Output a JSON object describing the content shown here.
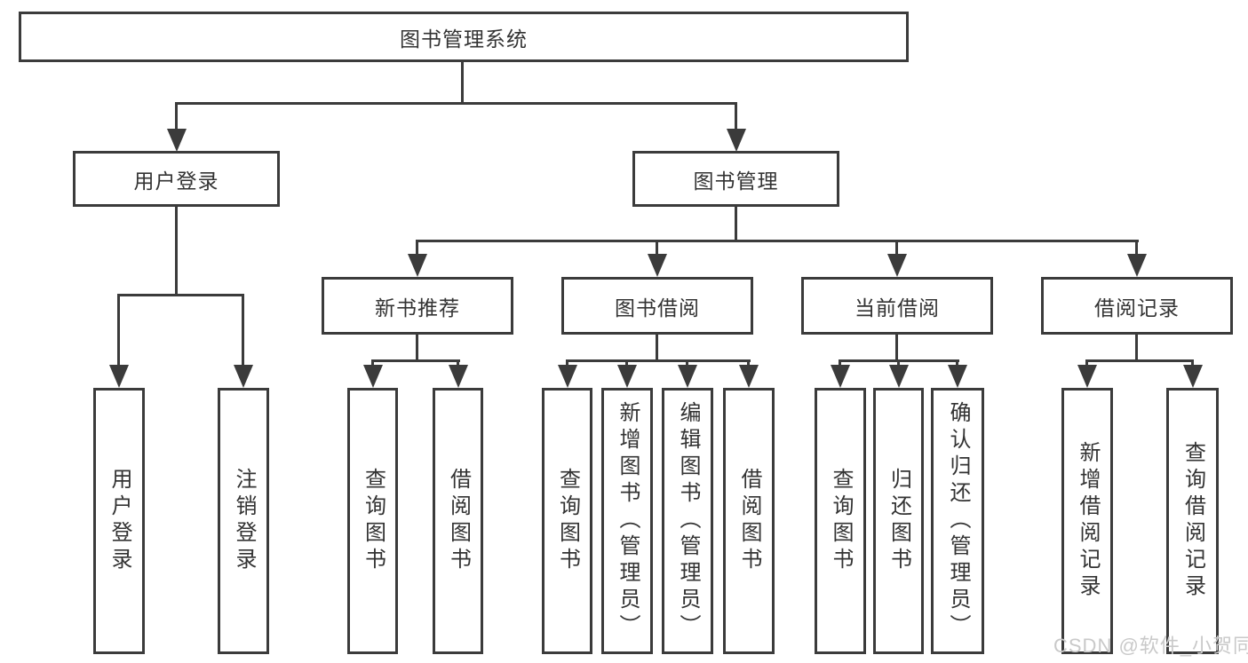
{
  "tree": {
    "root": "图书管理系统",
    "branches": [
      {
        "label": "用户登录",
        "children": [
          {
            "label": "用户登录"
          },
          {
            "label": "注销登录"
          }
        ]
      },
      {
        "label": "图书管理",
        "children": [
          {
            "label": "新书推荐",
            "children": [
              {
                "label": "查询图书"
              },
              {
                "label": "借阅图书"
              }
            ]
          },
          {
            "label": "图书借阅",
            "children": [
              {
                "label": "查询图书"
              },
              {
                "label": "新增图书（管理员）"
              },
              {
                "label": "编辑图书（管理员）"
              },
              {
                "label": "借阅图书"
              }
            ]
          },
          {
            "label": "当前借阅",
            "children": [
              {
                "label": "查询图书"
              },
              {
                "label": "归还图书"
              },
              {
                "label": "确认归还（管理员）"
              }
            ]
          },
          {
            "label": "借阅记录",
            "children": [
              {
                "label": "新增借阅记录"
              },
              {
                "label": "查询借阅记录"
              }
            ]
          }
        ]
      }
    ]
  },
  "watermark": {
    "text": "CSDN @软件_小贺同学"
  },
  "colors": {
    "line": "#3b3b3b",
    "text": "#333333",
    "watermark": "#c9c9c9",
    "background": "#ffffff"
  }
}
